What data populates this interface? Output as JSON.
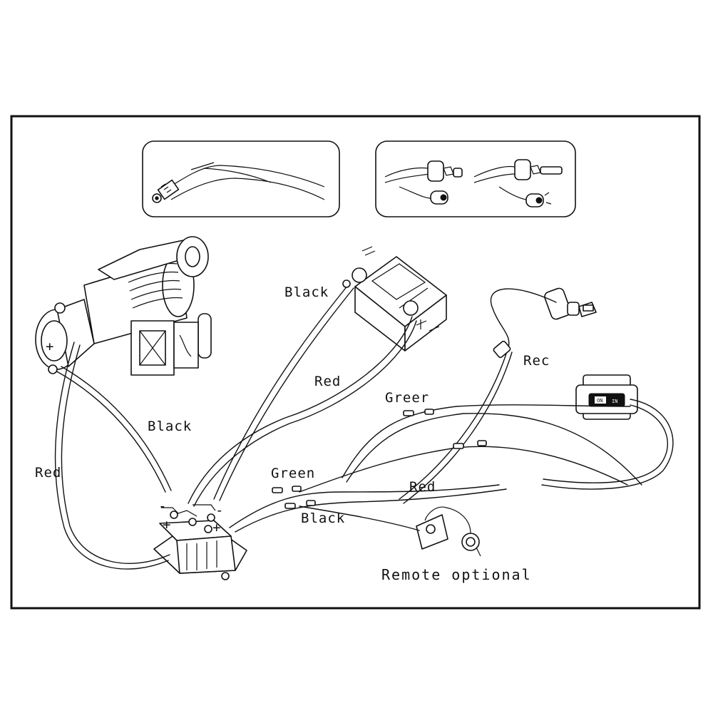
{
  "labels": {
    "black_top": "Black",
    "red_upper": "Red",
    "black_left": "Black",
    "red_left": "Red",
    "green_upper": "Greer",
    "green_lower": "Green",
    "black_lower": "Black",
    "red_switch": "Red",
    "red_right": "Rec",
    "remote": "Remote optional"
  },
  "terminal_marks": {
    "motor_plus": "+",
    "minus_left": "-",
    "minus_right": "-",
    "plus_left": "+",
    "plus_right": "+"
  },
  "switch_marks": {
    "left": "ON",
    "right": "IN"
  }
}
